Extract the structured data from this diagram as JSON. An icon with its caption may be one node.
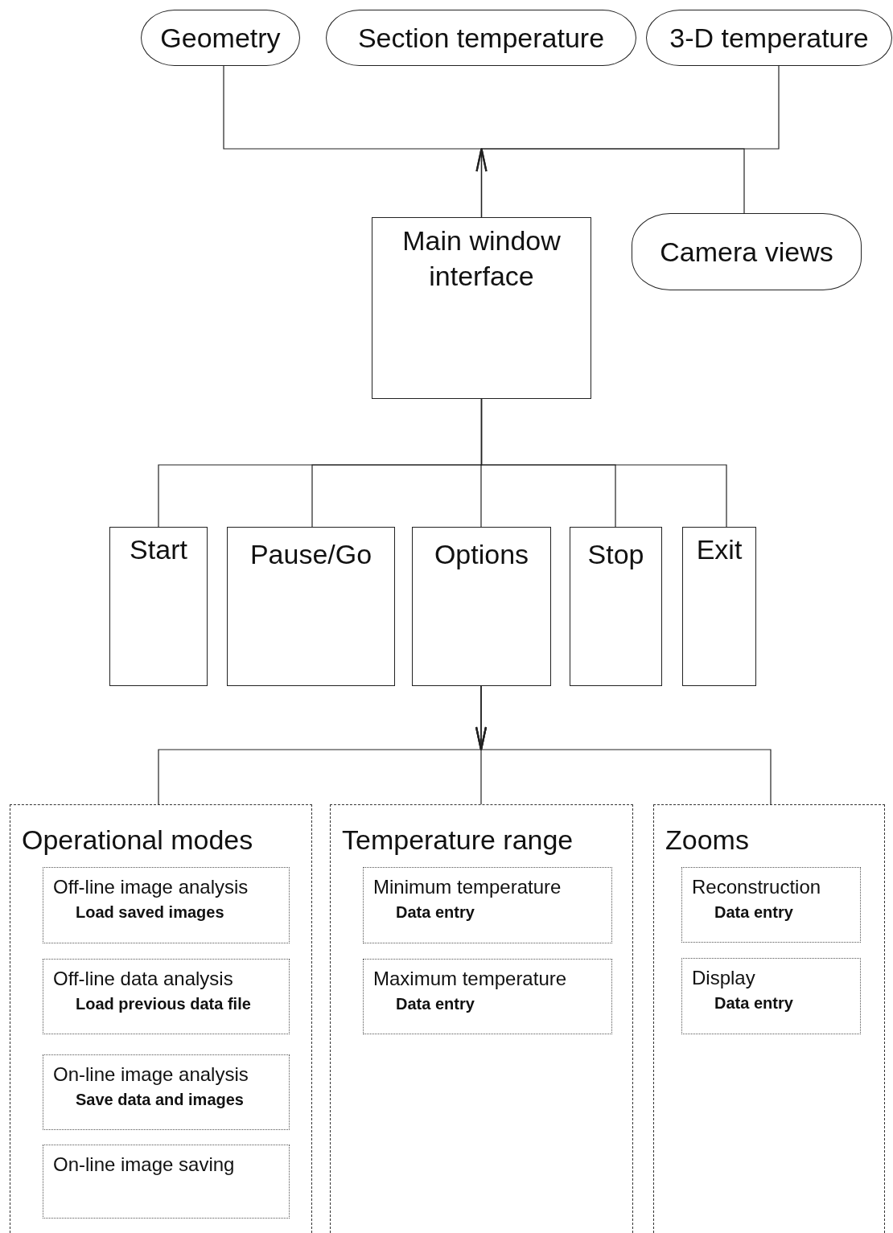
{
  "diagram": {
    "nodes": [
      {
        "text": [
          "Geometry"
        ]
      },
      {
        "text": [
          "Section temperature"
        ]
      },
      {
        "text": [
          "3-D temperature"
        ]
      },
      {
        "text": [
          "Main window interface"
        ]
      },
      {
        "text": [
          "Camera views"
        ]
      },
      {
        "text": [
          "Start"
        ]
      },
      {
        "text": [
          "Pause/Go"
        ]
      },
      {
        "text": [
          "Options"
        ]
      },
      {
        "text": [
          "Stop"
        ]
      },
      {
        "text": [
          "Exit"
        ]
      },
      {
        "text": [
          "Operational modes"
        ]
      },
      {
        "text": [
          "Off-line image analysis",
          "Load saved images"
        ],
        "in": 10
      },
      {
        "text": [
          "Off-line data analysis",
          "Load previous data file"
        ],
        "in": 10
      },
      {
        "text": [
          "On-line image analysis",
          "Save data and images"
        ],
        "in": 10
      },
      {
        "text": [
          "On-line image saving"
        ],
        "in": 10
      },
      {
        "text": [
          "Temperature range"
        ]
      },
      {
        "text": [
          "Minimum temperature",
          "Data entry"
        ],
        "in": 15
      },
      {
        "text": [
          "Maximum temperature",
          "Data entry"
        ],
        "in": 15
      },
      {
        "text": [
          "Zooms"
        ]
      },
      {
        "text": [
          "Reconstruction",
          "Data entry"
        ],
        "in": 18
      },
      {
        "text": [
          "Display",
          "Data entry"
        ],
        "in": 18
      }
    ],
    "edges": [
      {
        "from": 3,
        "to": 0,
        "arrow": "to"
      },
      {
        "from": 3,
        "to": 2,
        "arrow": "to"
      },
      {
        "from": 3,
        "to": 4,
        "arrow": "none"
      },
      {
        "from": 3,
        "to": 5,
        "arrow": "none"
      },
      {
        "from": 3,
        "to": 6,
        "arrow": "none"
      },
      {
        "from": 3,
        "to": 7,
        "arrow": "none"
      },
      {
        "from": 3,
        "to": 8,
        "arrow": "none"
      },
      {
        "from": 3,
        "to": 9,
        "arrow": "none"
      },
      {
        "from": 7,
        "to": 10,
        "arrow": "to"
      },
      {
        "from": 7,
        "to": 15,
        "arrow": "to"
      },
      {
        "from": 7,
        "to": 18,
        "arrow": "to"
      }
    ]
  }
}
